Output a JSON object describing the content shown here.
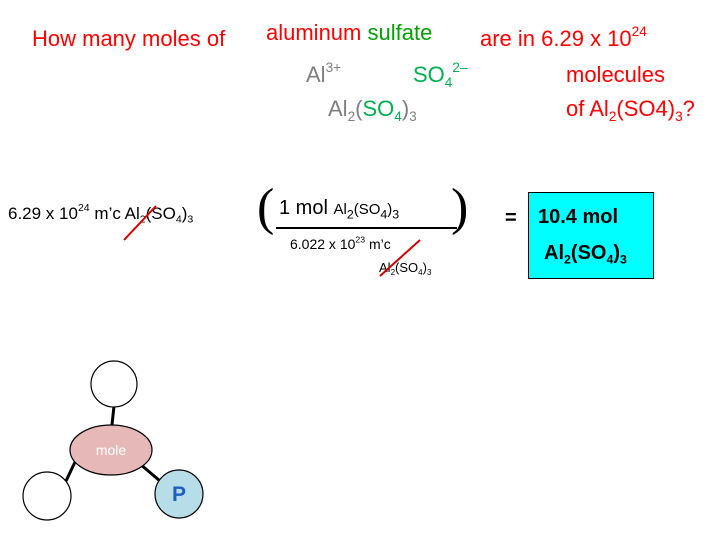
{
  "question": {
    "prefix": "How many moles of",
    "word_aluminum": "aluminum",
    "word_sulfate": "sulfate",
    "suffix": "are in 6.29 x 10",
    "suffix_exp": "24",
    "molecules": "molecules",
    "of_prefix": "of Al",
    "of_sub1": "2",
    "of_paren": "(SO4)",
    "of_sub2": "3",
    "of_end": "?"
  },
  "ions": {
    "al": "Al",
    "al_charge": "3+",
    "so4": "SO",
    "so4_sub": "4",
    "so4_charge": "2–"
  },
  "formula": {
    "al": "Al",
    "al_sub": "2",
    "open": "(",
    "so": "SO",
    "so_sub": "4",
    "close": ")",
    "close_sub": "3"
  },
  "calc": {
    "given_coef": "6.29 x 10",
    "given_exp": "24",
    "given_unit": "m’c",
    "given_al": "Al",
    "given_al_sub": "2",
    "given_so": "(SO",
    "given_so_sub": "4",
    "given_close": ")",
    "given_close_sub": "3",
    "paren_left": "(",
    "paren_right": ")",
    "num_text": "1 mol",
    "num_al": "Al",
    "num_al_sub": "2",
    "num_so": "(SO",
    "num_so_sub": "4",
    "num_close": ")",
    "num_close_sub": "3",
    "den_coef": "6.022 x 10",
    "den_exp": "23",
    "den_unit": "m’c",
    "den_al": "Al",
    "den_al_sub": "2",
    "den_so": "(SO",
    "den_so_sub": "4",
    "den_close": ")",
    "den_close_sub": "3",
    "equals": "=",
    "answer_line1": "10.4 mol",
    "answer_al": "Al",
    "answer_al_sub": "2",
    "answer_so": "(SO",
    "answer_so_sub": "4",
    "answer_close": ")",
    "answer_close_sub": "3"
  },
  "diagram": {
    "center_label": "mole",
    "p_label": "P"
  },
  "colors": {
    "question_red": "#ff0000",
    "ion_gray": "#7f7f7f",
    "sulfate_green": "#00b050",
    "answer_box": "#00ffff",
    "mole_fill": "#e6b8b7",
    "p_fill": "#b7dde8",
    "p_text": "#1f5fbf",
    "cancel_red": "#d00000"
  }
}
